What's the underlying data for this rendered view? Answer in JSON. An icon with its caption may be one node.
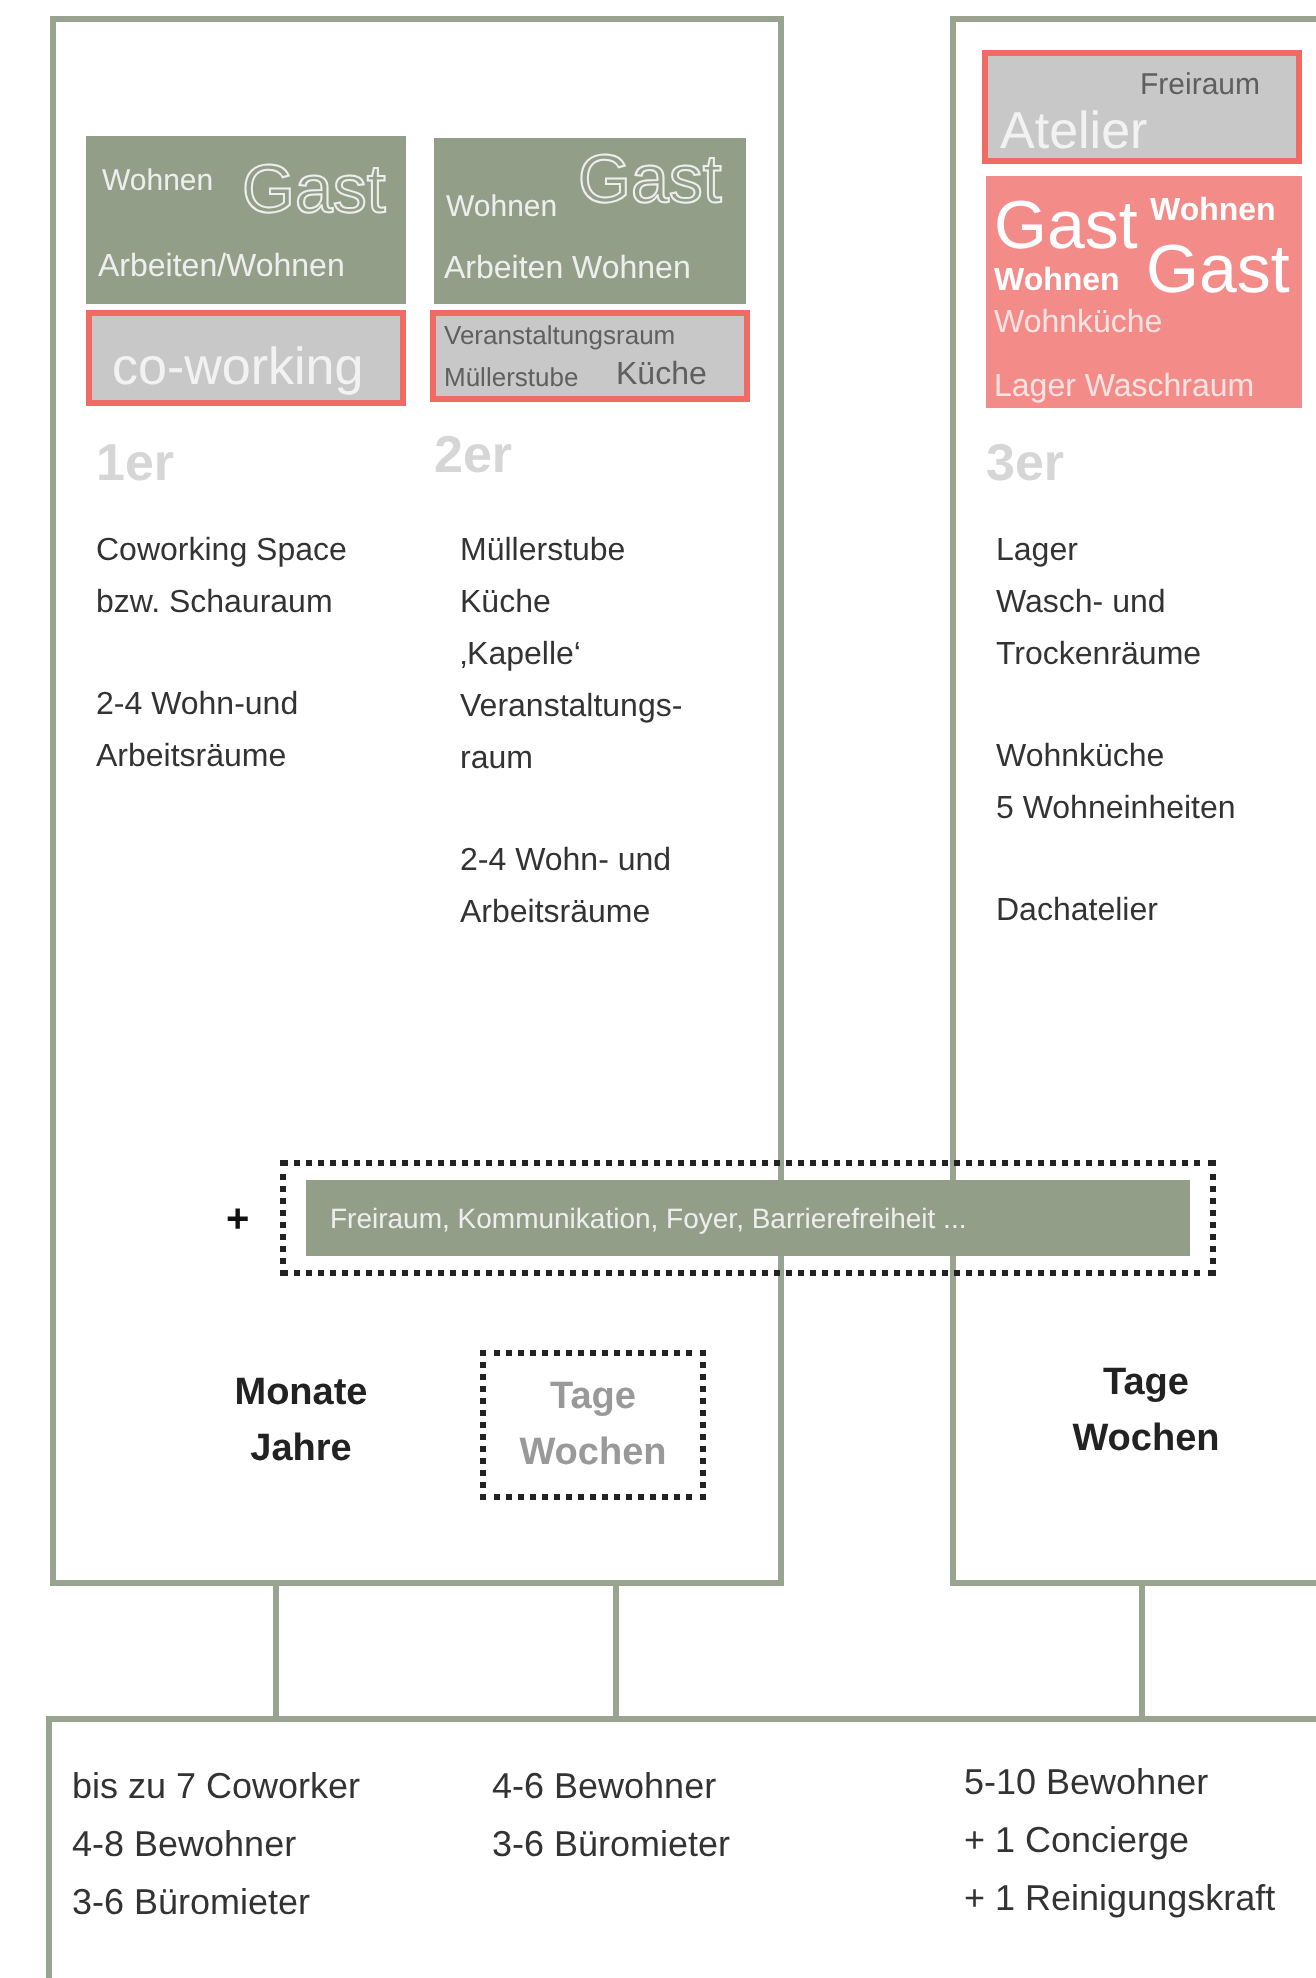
{
  "diagram": {
    "nodes": [
      {
        "text": [
          "1er",
          "2er",
          "Coworking Space bzw. Schauraum",
          "2-4 Wohn-und Arbeitsräume",
          "Müllerstube",
          "Küche",
          "‚Kapelle‘",
          "Veranstaltungs- raum",
          "2-4 Wohn- und Arbeitsräume",
          "Monate Jahre"
        ]
      },
      {
        "text": [
          "Wohnen",
          "Gast",
          "Arbeiten/Wohnen"
        ],
        "in": 0
      },
      {
        "text": [
          "co-working"
        ],
        "in": 0
      },
      {
        "text": [
          "Wohnen",
          "Gast",
          "Arbeiten Wohnen"
        ],
        "in": 0
      },
      {
        "text": [
          "Veranstaltungsraum",
          "Müllerstube",
          "Küche"
        ],
        "in": 0
      },
      {
        "text": [
          "3er",
          "Lager",
          "Wasch- und Trockenräume",
          "Wohnküche",
          "5 Wohneinheiten",
          "Dachatelier",
          "Tage Wochen"
        ]
      },
      {
        "text": [
          "Freiraum",
          "Atelier"
        ],
        "in": 5
      },
      {
        "text": [
          "Gast",
          "Wohnen",
          "Wohnen",
          "Gast",
          "Wohnküche",
          "Lager Waschraum"
        ],
        "in": 5
      },
      {
        "text": [],
        "shape": "box",
        "beside": [
          "+"
        ]
      },
      {
        "text": [
          "Freiraum, Kommunikation, Foyer, Barrierefreiheit ..."
        ],
        "in": 8
      },
      {
        "text": [
          "Tage Wochen"
        ],
        "in": 0
      },
      {
        "text": [
          "bis zu 7 Coworker",
          "4-8 Bewohner",
          "3-6 Büromieter",
          "4-6 Bewohner",
          "3-6 Büromieter",
          "5-10 Bewohner",
          "+ 1 Concierge",
          "+ 1 Reinigungskraft"
        ]
      }
    ],
    "edges": [
      {
        "from": 0,
        "to": 11,
        "arrow": "none"
      },
      {
        "from": 0,
        "to": 11,
        "arrow": "none"
      },
      {
        "from": 5,
        "to": 11,
        "arrow": "none"
      }
    ]
  }
}
